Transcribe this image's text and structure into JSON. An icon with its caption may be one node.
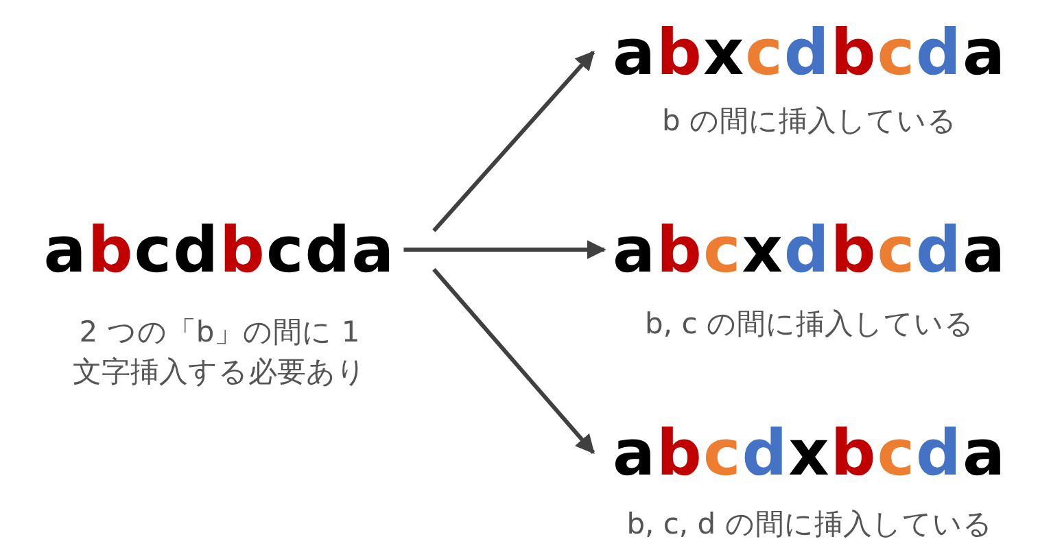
{
  "diagram": {
    "nodes": [
      {
        "text": [
          "abcdbcda"
        ],
        "beside": [
          "2 つの「b」の間に 1 文字挿入する必要あり"
        ]
      },
      {
        "text": [
          "abxcdbcda"
        ],
        "beside": [
          "b の間に挿入している"
        ]
      },
      {
        "text": [
          "abcxdbcda"
        ],
        "beside": [
          "b, c の間に挿入している"
        ]
      },
      {
        "text": [
          "abcdxbcda"
        ],
        "beside": [
          "b, c, d の間に挿入している"
        ]
      }
    ],
    "edges": [
      {
        "from": 0,
        "to": 1,
        "arrow": "to"
      },
      {
        "from": 0,
        "to": 2,
        "arrow": "to"
      },
      {
        "from": 0,
        "to": 3,
        "arrow": "to"
      }
    ]
  }
}
